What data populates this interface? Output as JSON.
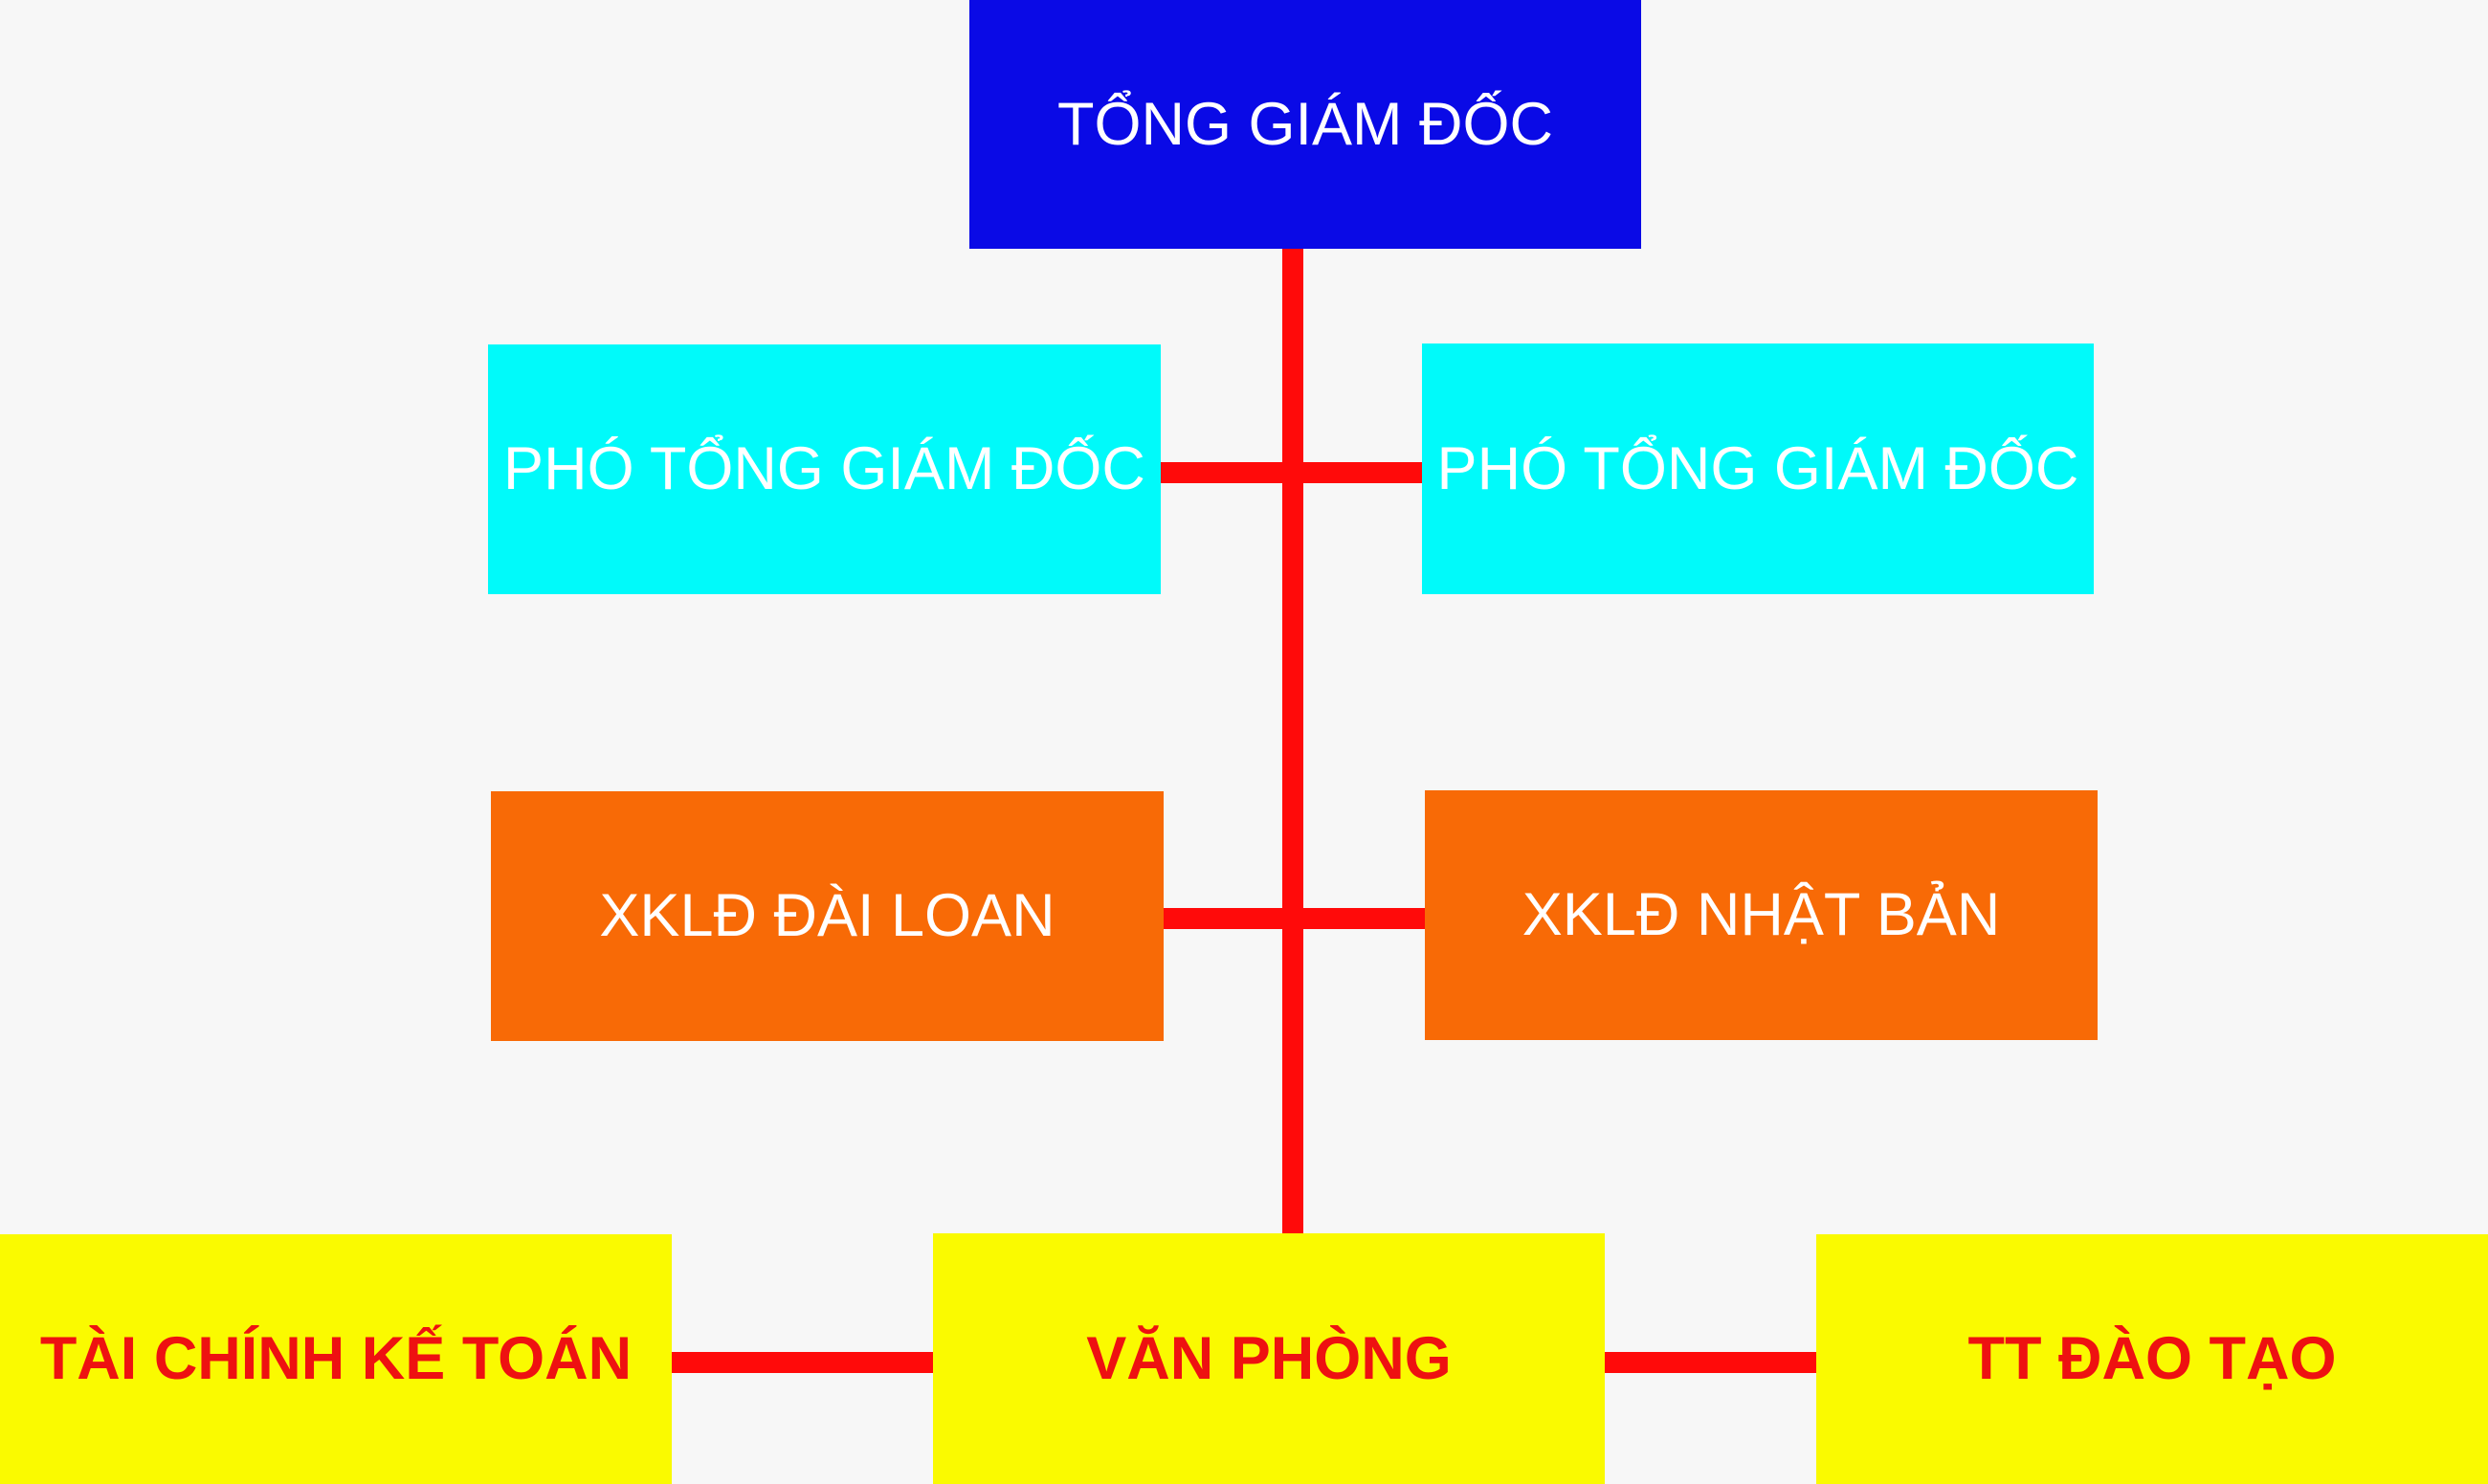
{
  "org_chart": {
    "ceo": {
      "label": "TỔNG GIÁM ĐỐC",
      "color": "#0a0ae6"
    },
    "deputies": [
      {
        "label": "PHÓ TỔNG GIÁM ĐỐC",
        "color": "#00fafa"
      },
      {
        "label": "PHÓ TỔNG GIÁM ĐỐC",
        "color": "#00fafa"
      }
    ],
    "labor_export": [
      {
        "label": "XKLĐ ĐÀI LOAN",
        "color": "#f86a06"
      },
      {
        "label": "XKLĐ NHẬT BẢN",
        "color": "#f86a06"
      }
    ],
    "departments": [
      {
        "label": "TÀI CHÍNH KẾ TOÁN",
        "color": "#fafa00"
      },
      {
        "label": "VĂN PHÒNG",
        "color": "#fafa00"
      },
      {
        "label": "TT ĐÀO TẠO",
        "color": "#fafa00"
      }
    ],
    "connector_color": "#ff0a0a"
  }
}
